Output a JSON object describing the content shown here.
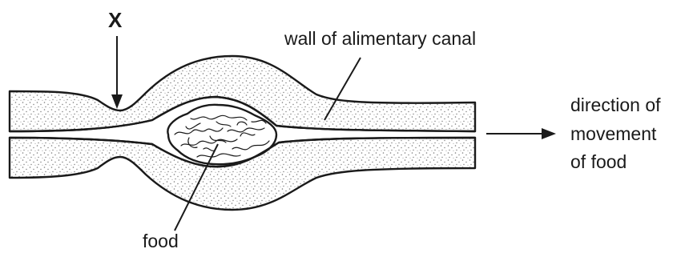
{
  "labels": {
    "x_marker": "X",
    "wall": "wall of alimentary canal",
    "food": "food",
    "direction": [
      "direction of",
      "movement",
      "of food"
    ]
  },
  "colors": {
    "line": "#1a1a1a",
    "stipple": "#7a7a7a",
    "background": "#ffffff"
  }
}
